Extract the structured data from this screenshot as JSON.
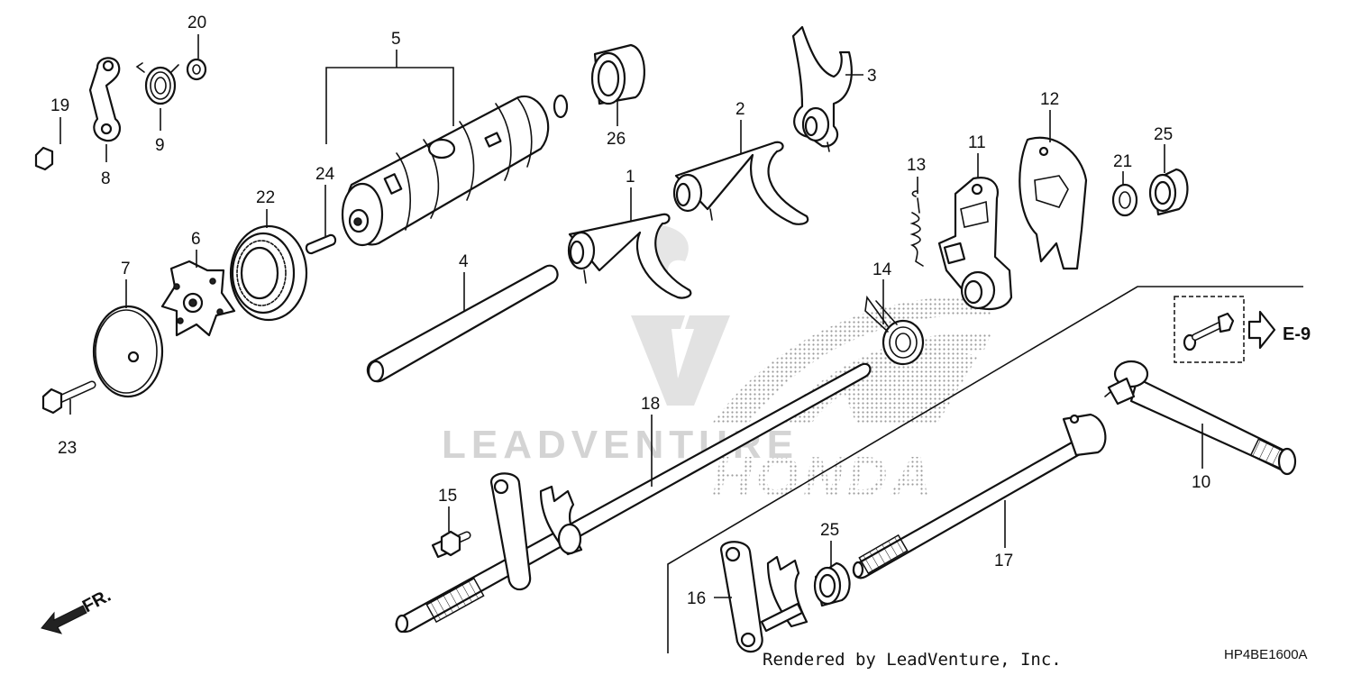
{
  "diagram": {
    "watermark_text": "LEADVENTURE",
    "brand_watermark": "HONDA",
    "direction_label": "FR.",
    "reference_label": "E-9",
    "diagram_code": "HP4BE1600A",
    "credit": "Rendered by LeadVenture, Inc.",
    "callouts": {
      "c1": "1",
      "c2": "2",
      "c3": "3",
      "c4": "4",
      "c5": "5",
      "c6": "6",
      "c7": "7",
      "c8": "8",
      "c9": "9",
      "c10": "10",
      "c11": "11",
      "c12": "12",
      "c13": "13",
      "c14": "14",
      "c15": "15",
      "c16": "16",
      "c17": "17",
      "c18": "18",
      "c19": "19",
      "c20": "20",
      "c21": "21",
      "c22": "22",
      "c23": "23",
      "c24": "24",
      "c25a": "25",
      "c25b": "25",
      "c26": "26"
    }
  }
}
